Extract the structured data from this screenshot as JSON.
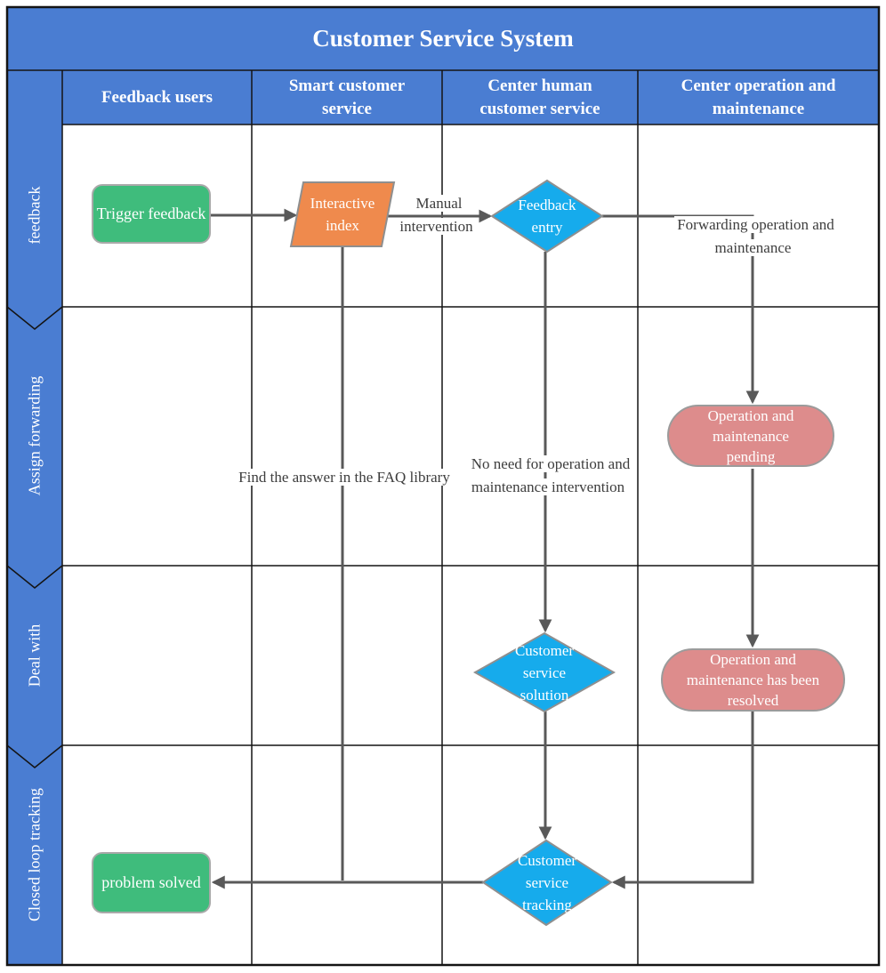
{
  "title": "Customer Service System",
  "columns": [
    {
      "label": "Feedback users"
    },
    {
      "label": "Smart customer service"
    },
    {
      "label": "Center human customer service"
    },
    {
      "label": "Center operation and maintenance"
    }
  ],
  "rows": [
    {
      "label": "feedback"
    },
    {
      "label": "Assign forwarding"
    },
    {
      "label": "Deal with"
    },
    {
      "label": "Closed loop tracking"
    }
  ],
  "shapes": {
    "trigger_feedback": "Trigger feedback",
    "interactive_index": "Interactive index",
    "feedback_entry": "Feedback entry",
    "pending": "Operation and maintenance pending",
    "solution": "Customer service solution",
    "resolved": "Operation and maintenance has been resolved",
    "tracking": "Customer service tracking",
    "problem_solved": "problem solved"
  },
  "labels": {
    "manual_intervention": "Manual intervention",
    "forwarding": "Forwarding operation and maintenance",
    "faq": "Find the answer in the FAQ library",
    "no_need": "No need for operation and maintenance intervention"
  },
  "colors": {
    "blue": "#4a7dd2",
    "green": "#3fbc7c",
    "orange": "#ef8a4d",
    "cyan": "#16abec",
    "salmon": "#dd8c8c",
    "connector": "#595959",
    "grid": "#141414",
    "labeltext": "#3d3d3d"
  }
}
